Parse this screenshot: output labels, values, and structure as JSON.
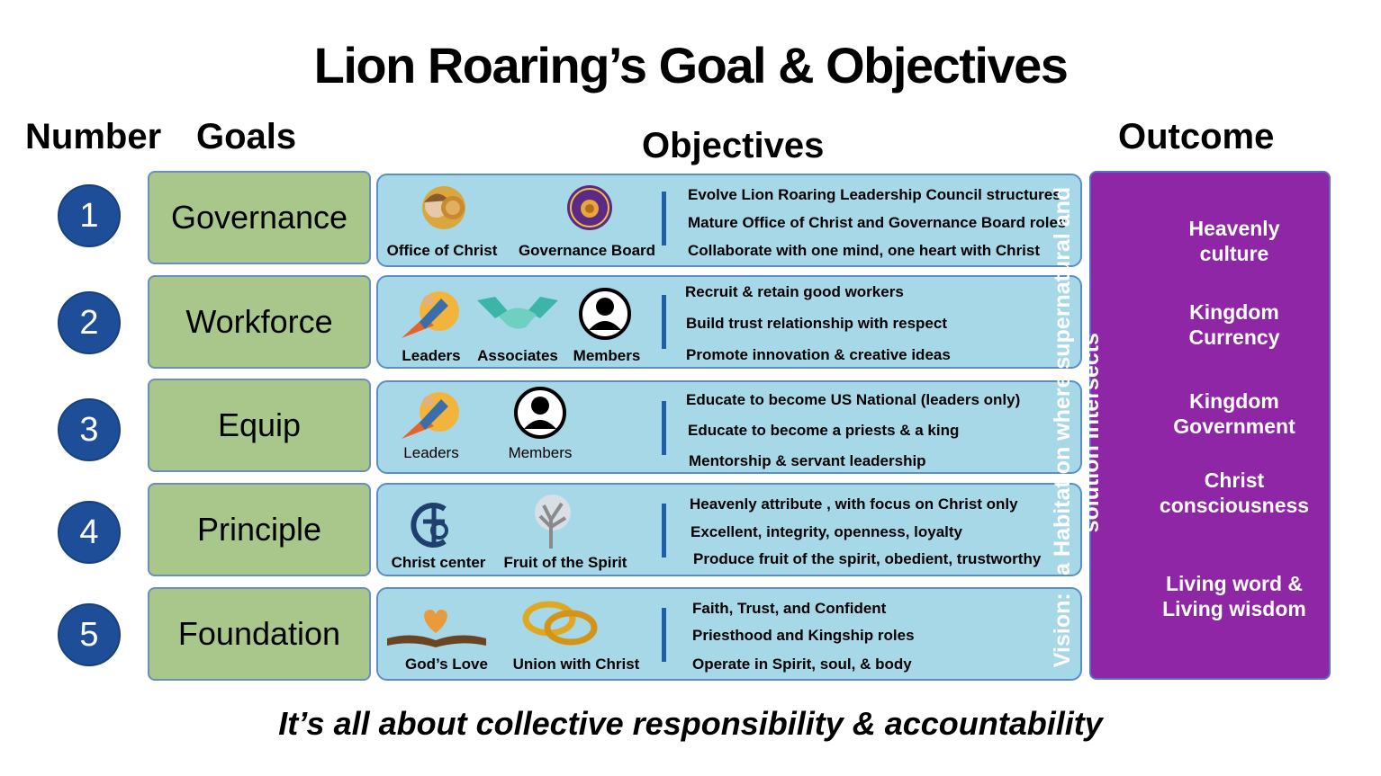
{
  "title": "Lion Roaring’s Goal & Objectives",
  "headers": {
    "number": "Number",
    "goals": "Goals",
    "objectives": "Objectives",
    "outcome": "Outcome"
  },
  "rows": [
    {
      "number": "1",
      "goal": "Governance",
      "icons": [
        {
          "name": "office-of-christ-icon",
          "label": "Office of Christ"
        },
        {
          "name": "governance-board-seal-icon",
          "label": "Governance Board"
        }
      ],
      "objectives": [
        "Evolve Lion Roaring  Leadership Council structures",
        "Mature Office of Christ and Governance Board roles",
        "Collaborate with one mind, one heart with Christ"
      ]
    },
    {
      "number": "2",
      "goal": "Workforce",
      "icons": [
        {
          "name": "leaders-rocket-icon",
          "label": "Leaders"
        },
        {
          "name": "handshake-icon",
          "label": "Associates"
        },
        {
          "name": "member-person-icon",
          "label": "Members"
        }
      ],
      "objectives": [
        "Recruit & retain good workers",
        "Build trust relationship with respect",
        "Promote innovation & creative ideas"
      ]
    },
    {
      "number": "3",
      "goal": "Equip",
      "icons": [
        {
          "name": "leaders-rocket-icon",
          "label": "Leaders"
        },
        {
          "name": "member-person-icon",
          "label": "Members"
        }
      ],
      "objectives": [
        "Educate to become US National (leaders only)",
        "Educate to become a priests & a king",
        "Mentorship & servant leadership"
      ]
    },
    {
      "number": "4",
      "goal": "Principle",
      "icons": [
        {
          "name": "christ-center-icon",
          "label": "Christ center"
        },
        {
          "name": "tree-icon",
          "label": "Fruit of the Spirit"
        }
      ],
      "objectives": [
        "Heavenly attribute , with focus on Christ only",
        "Excellent, integrity, openness, loyalty",
        "Produce fruit of the spirit, obedient, trustworthy"
      ]
    },
    {
      "number": "5",
      "goal": "Foundation",
      "icons": [
        {
          "name": "heart-book-icon",
          "label": "God’s Love"
        },
        {
          "name": "wedding-rings-icon",
          "label": "Union with Christ"
        }
      ],
      "objectives": [
        "Faith, Trust, and Confident",
        "Priesthood and Kingship roles",
        "Operate in Spirit, soul, & body"
      ]
    }
  ],
  "outcome": {
    "vision": "Vision: “a Habitation where supernatural and solution Intersects”",
    "items": [
      "Heavenly culture",
      "Kingdom Currency",
      "Kingdom Government",
      "Christ consciousness",
      "Living word & Living wisdom"
    ]
  },
  "footer": "It’s all about collective responsibility & accountability",
  "colors": {
    "number_circle": "#1f4e99",
    "goal_box": "#a9c78a",
    "objective_box": "#a7d8e8",
    "outcome_box": "#8e26a6",
    "divider": "#1f5fa8"
  }
}
